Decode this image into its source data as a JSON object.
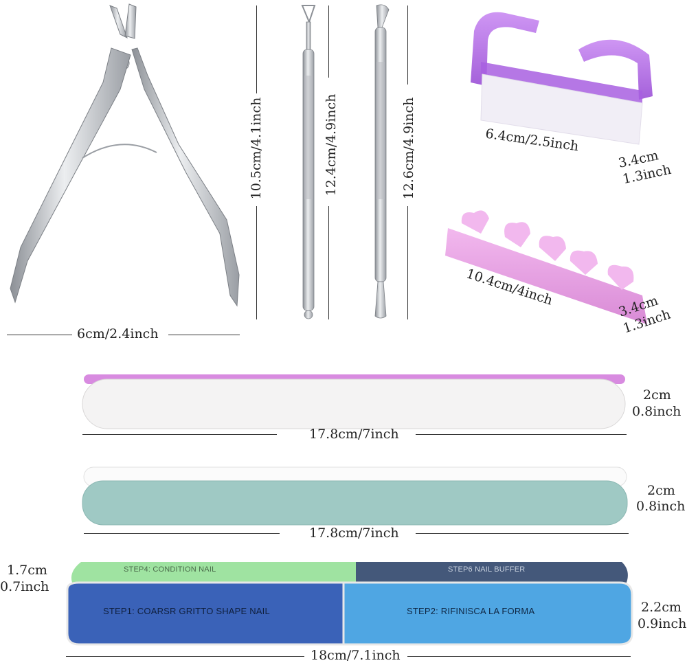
{
  "items": {
    "nipper": {
      "height": "10.5cm/4.1inch",
      "width": "6cm/2.4inch"
    },
    "pusher_loop": {
      "length": "12.4cm/4.9inch"
    },
    "pusher_spoon": {
      "length": "12.6cm/4.9inch"
    },
    "brush": {
      "length": "6.4cm/2.5inch",
      "depth_cm": "3.4cm",
      "depth_in": "1.3inch"
    },
    "toe_separator": {
      "length": "10.4cm/4inch",
      "depth_cm": "3.4cm",
      "depth_in": "1.3inch"
    },
    "file_pink": {
      "height_cm": "2cm",
      "height_in": "0.8inch",
      "length": "17.8cm/7inch"
    },
    "file_green": {
      "height_cm": "2cm",
      "height_in": "0.8inch",
      "length": "17.8cm/7inch"
    },
    "buffer_block": {
      "top_cm": "1.7cm",
      "top_in": "0.7inch",
      "height_cm": "2.2cm",
      "height_in": "0.9inch",
      "length": "18cm/7.1inch",
      "step4": "STEP4: CONDITION NAIL",
      "step6": "STEP6  NAIL BUFFER",
      "step1": "STEP1: COARSR GRITTO SHAPE NAIL",
      "step2": "STEP2: RIFINISCA LA FORMA"
    }
  },
  "colors": {
    "steel": "#c9ccd0",
    "brush_purple": "#b46ee6",
    "separator_pink": "#e9a0e0",
    "file_pink_edge": "#d88be0",
    "file_green_face": "#9fc9c4",
    "buffer_green": "#9fe3a1",
    "buffer_navy": "#44587a",
    "buffer_blue": "#3a62b8",
    "buffer_light_blue": "#4fa6e3"
  }
}
